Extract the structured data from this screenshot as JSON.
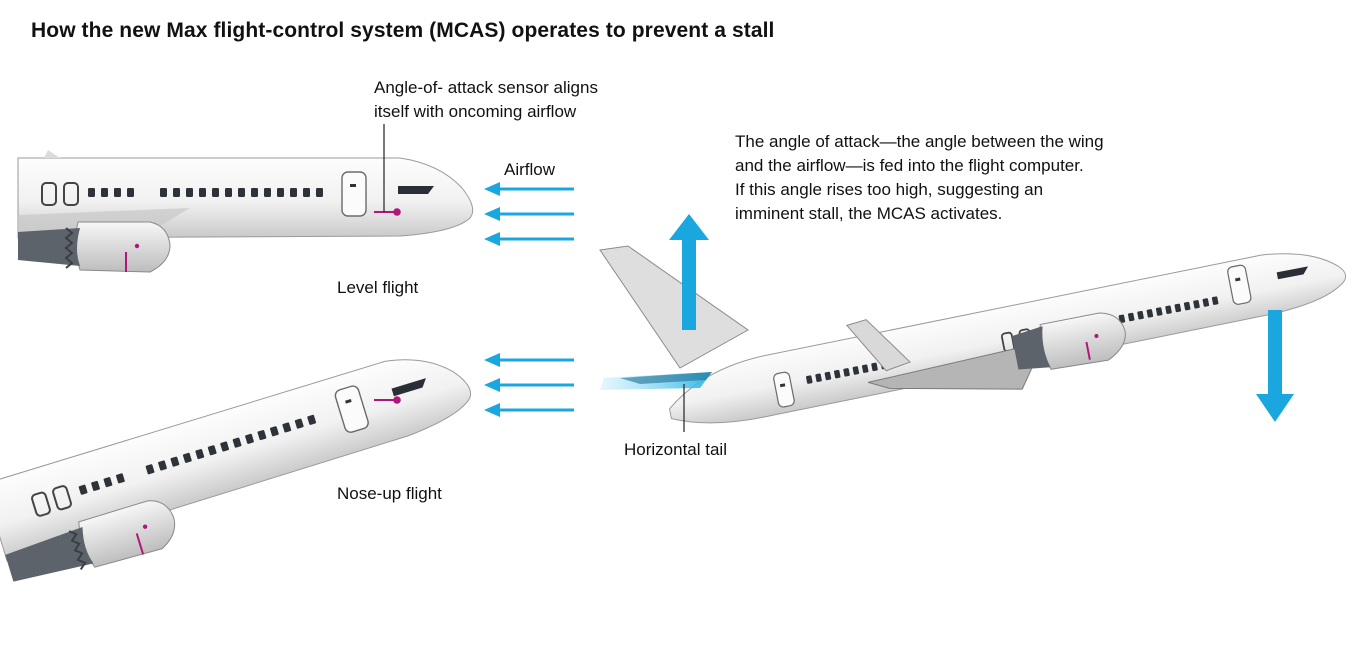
{
  "title": "How the new Max flight-control system (MCAS) operates to prevent a stall",
  "labels": {
    "sensor_line1": "Angle-of- attack sensor aligns",
    "sensor_line2": "itself with oncoming airflow",
    "airflow": "Airflow",
    "level_flight": "Level flight",
    "nose_up_flight": "Nose-up flight",
    "horizontal_tail": "Horizontal tail",
    "explanation": [
      "The angle of attack—the angle between the wing",
      "and the airflow—is fed into the flight computer.",
      "If this angle rises too high, suggesting an",
      "imminent stall, the MCAS activates."
    ]
  },
  "colors": {
    "arrow": "#1aa7df",
    "sensor": "#b0177a",
    "fuselage": "#f4f4f4",
    "outline": "#8a8a8a",
    "engine_dark": "#555b62",
    "tail_highlight": "#5cc8ef"
  }
}
